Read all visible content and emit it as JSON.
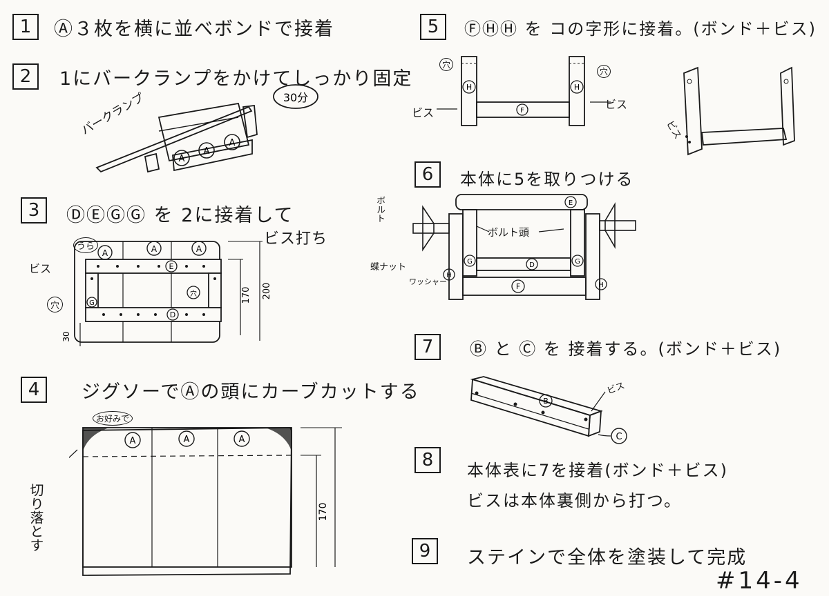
{
  "steps": [
    {
      "num": "1",
      "text": "Ⓐ３枚を横に並べボンドで接着"
    },
    {
      "num": "2",
      "text": "1にバークランプをかけてしっかり固定"
    },
    {
      "num": "3",
      "text": "ⒹⒺⒼⒼ を 2に接着して"
    },
    {
      "num": "4",
      "text": "ジグソーでⒶの頭にカーブカットする"
    },
    {
      "num": "5",
      "text": "ⒻⒽⒽ を コの字形に接着。(ボンド＋ビス)"
    },
    {
      "num": "6",
      "text": "本体に5を取りつける"
    },
    {
      "num": "7",
      "text": "Ⓑ と Ⓒ を 接着する。(ボンド＋ビス)"
    },
    {
      "num": "8",
      "text": "本体表に7を接着(ボンド＋ビス)"
    },
    {
      "num": "9",
      "text": "ステインで全体を塗装して完成"
    }
  ],
  "step2": {
    "clamp_label": "バークランプ",
    "time_badge": "30分",
    "parts": [
      "A",
      "A",
      "A"
    ]
  },
  "step3": {
    "subline": "ビス打ち",
    "label_ura": "うら",
    "label_bisu": "ビス",
    "label_ana": "穴",
    "label_ana2": "穴",
    "dim_outer": "200",
    "dim_inner": "170",
    "dim_bottom": "30",
    "parts_top": [
      "A",
      "A",
      "A"
    ],
    "part_e": "E",
    "part_d": "D",
    "part_g": "G"
  },
  "step4": {
    "label_katachi": "お好みで",
    "label_kiriotosu": "切り落とす",
    "dim_170": "170",
    "parts": [
      "A",
      "A",
      "A"
    ]
  },
  "step5": {
    "label_bisu_left": "ビス",
    "label_bisu_right": "ビス",
    "label_ana_left": "穴",
    "label_ana_right": "穴",
    "label_bisu_3d": "ビス",
    "part_h": "H",
    "part_f": "F"
  },
  "step6": {
    "label_bolt": "ボルト",
    "label_bolt_head": "ボルト頭",
    "label_nut": "蝶ナット",
    "label_washer": "ワッシャー",
    "parts": {
      "e": "E",
      "d": "D",
      "f": "F",
      "g": "G",
      "h": "H"
    }
  },
  "step7": {
    "label_bisu": "ビス",
    "part_b": "B",
    "part_c": "C"
  },
  "step8": {
    "line2": "ビスは本体裏側から打つ。"
  },
  "ref": "#14-4"
}
